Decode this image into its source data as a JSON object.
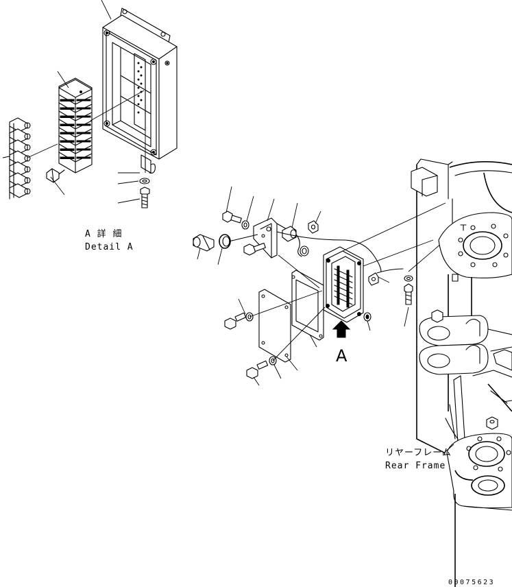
{
  "labels": {
    "detail_a_jp": "A 詳 細",
    "detail_a_en": "Detail A",
    "view_marker": "A",
    "rear_frame_jp": "リヤーフレーム",
    "rear_frame_en": "Rear Frame",
    "doc_number": "00075623"
  }
}
